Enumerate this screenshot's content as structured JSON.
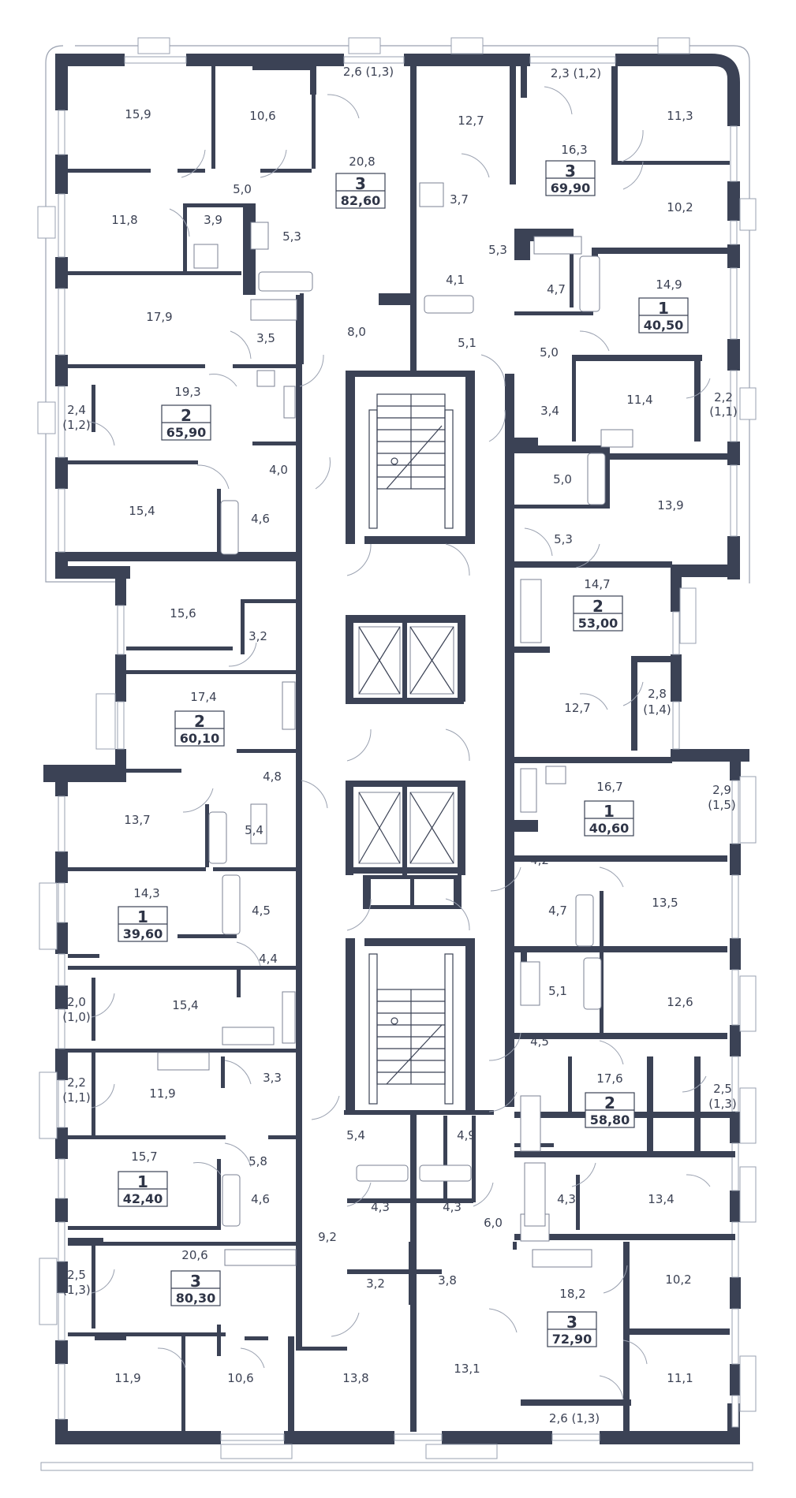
{
  "rooms": [
    {
      "label": "15,9"
    },
    {
      "label": "10,6"
    },
    {
      "label": "2,6 (1,3)"
    },
    {
      "label": "20,8"
    },
    {
      "label": "12,7"
    },
    {
      "label": "2,3 (1,2)"
    },
    {
      "label": "16,3"
    },
    {
      "label": "11,3"
    },
    {
      "label": "5,0"
    },
    {
      "label": "11,8"
    },
    {
      "label": "3,9"
    },
    {
      "label": "5,3"
    },
    {
      "label": "3,7"
    },
    {
      "label": "10,2"
    },
    {
      "label": "5,3"
    },
    {
      "label": "4,1"
    },
    {
      "label": "4,7"
    },
    {
      "label": "14,9"
    },
    {
      "label": "17,9"
    },
    {
      "label": "3,5"
    },
    {
      "label": "8,0"
    },
    {
      "label": "5,1"
    },
    {
      "label": "5,0"
    },
    {
      "label": "19,3"
    },
    {
      "label": "2,4"
    },
    {
      "label": "(1,2)"
    },
    {
      "label": "3,4"
    },
    {
      "label": "11,4"
    },
    {
      "label": "2,2"
    },
    {
      "label": "(1,1)"
    },
    {
      "label": "4,0"
    },
    {
      "label": "5,0"
    },
    {
      "label": "15,4"
    },
    {
      "label": "4,6"
    },
    {
      "label": "13,9"
    },
    {
      "label": "5,3"
    },
    {
      "label": "14,7"
    },
    {
      "label": "15,6"
    },
    {
      "label": "3,2"
    },
    {
      "label": "17,4"
    },
    {
      "label": "12,7"
    },
    {
      "label": "2,8"
    },
    {
      "label": "(1,4)"
    },
    {
      "label": "4,8"
    },
    {
      "label": "16,7"
    },
    {
      "label": "2,9"
    },
    {
      "label": "(1,5)"
    },
    {
      "label": "13,7"
    },
    {
      "label": "5,4"
    },
    {
      "label": "14,3"
    },
    {
      "label": "4,2"
    },
    {
      "label": "4,5"
    },
    {
      "label": "4,7"
    },
    {
      "label": "13,5"
    },
    {
      "label": "4,4"
    },
    {
      "label": "2,0"
    },
    {
      "label": "(1,0)"
    },
    {
      "label": "15,4"
    },
    {
      "label": "5,1"
    },
    {
      "label": "12,6"
    },
    {
      "label": "4,5"
    },
    {
      "label": "2,2"
    },
    {
      "label": "(1,1)"
    },
    {
      "label": "11,9"
    },
    {
      "label": "3,3"
    },
    {
      "label": "17,6"
    },
    {
      "label": "2,5"
    },
    {
      "label": "(1,3)"
    },
    {
      "label": "5,4"
    },
    {
      "label": "4,9"
    },
    {
      "label": "5,8"
    },
    {
      "label": "15,7"
    },
    {
      "label": "4,6"
    },
    {
      "label": "4,3"
    },
    {
      "label": "4,3"
    },
    {
      "label": "4,3"
    },
    {
      "label": "13,4"
    },
    {
      "label": "6,0"
    },
    {
      "label": "9,2"
    },
    {
      "label": "20,6"
    },
    {
      "label": "2,5"
    },
    {
      "label": "(1,3)"
    },
    {
      "label": "3,2"
    },
    {
      "label": "3,8"
    },
    {
      "label": "18,2"
    },
    {
      "label": "10,2"
    },
    {
      "label": "11,9"
    },
    {
      "label": "10,6"
    },
    {
      "label": "13,8"
    },
    {
      "label": "13,1"
    },
    {
      "label": "11,1"
    },
    {
      "label": "2,6 (1,3)"
    }
  ],
  "apartments": [
    {
      "rooms": "3",
      "area": "82,60"
    },
    {
      "rooms": "3",
      "area": "69,90"
    },
    {
      "rooms": "1",
      "area": "40,50"
    },
    {
      "rooms": "2",
      "area": "65,90"
    },
    {
      "rooms": "2",
      "area": "53,00"
    },
    {
      "rooms": "2",
      "area": "60,10"
    },
    {
      "rooms": "1",
      "area": "40,60"
    },
    {
      "rooms": "1",
      "area": "39,60"
    },
    {
      "rooms": "2",
      "area": "58,80"
    },
    {
      "rooms": "1",
      "area": "42,40"
    },
    {
      "rooms": "3",
      "area": "80,30"
    },
    {
      "rooms": "3",
      "area": "72,90"
    }
  ],
  "colors": {
    "wall": "#3b4255",
    "text": "#3c4254",
    "window": "#9aa1b0"
  }
}
